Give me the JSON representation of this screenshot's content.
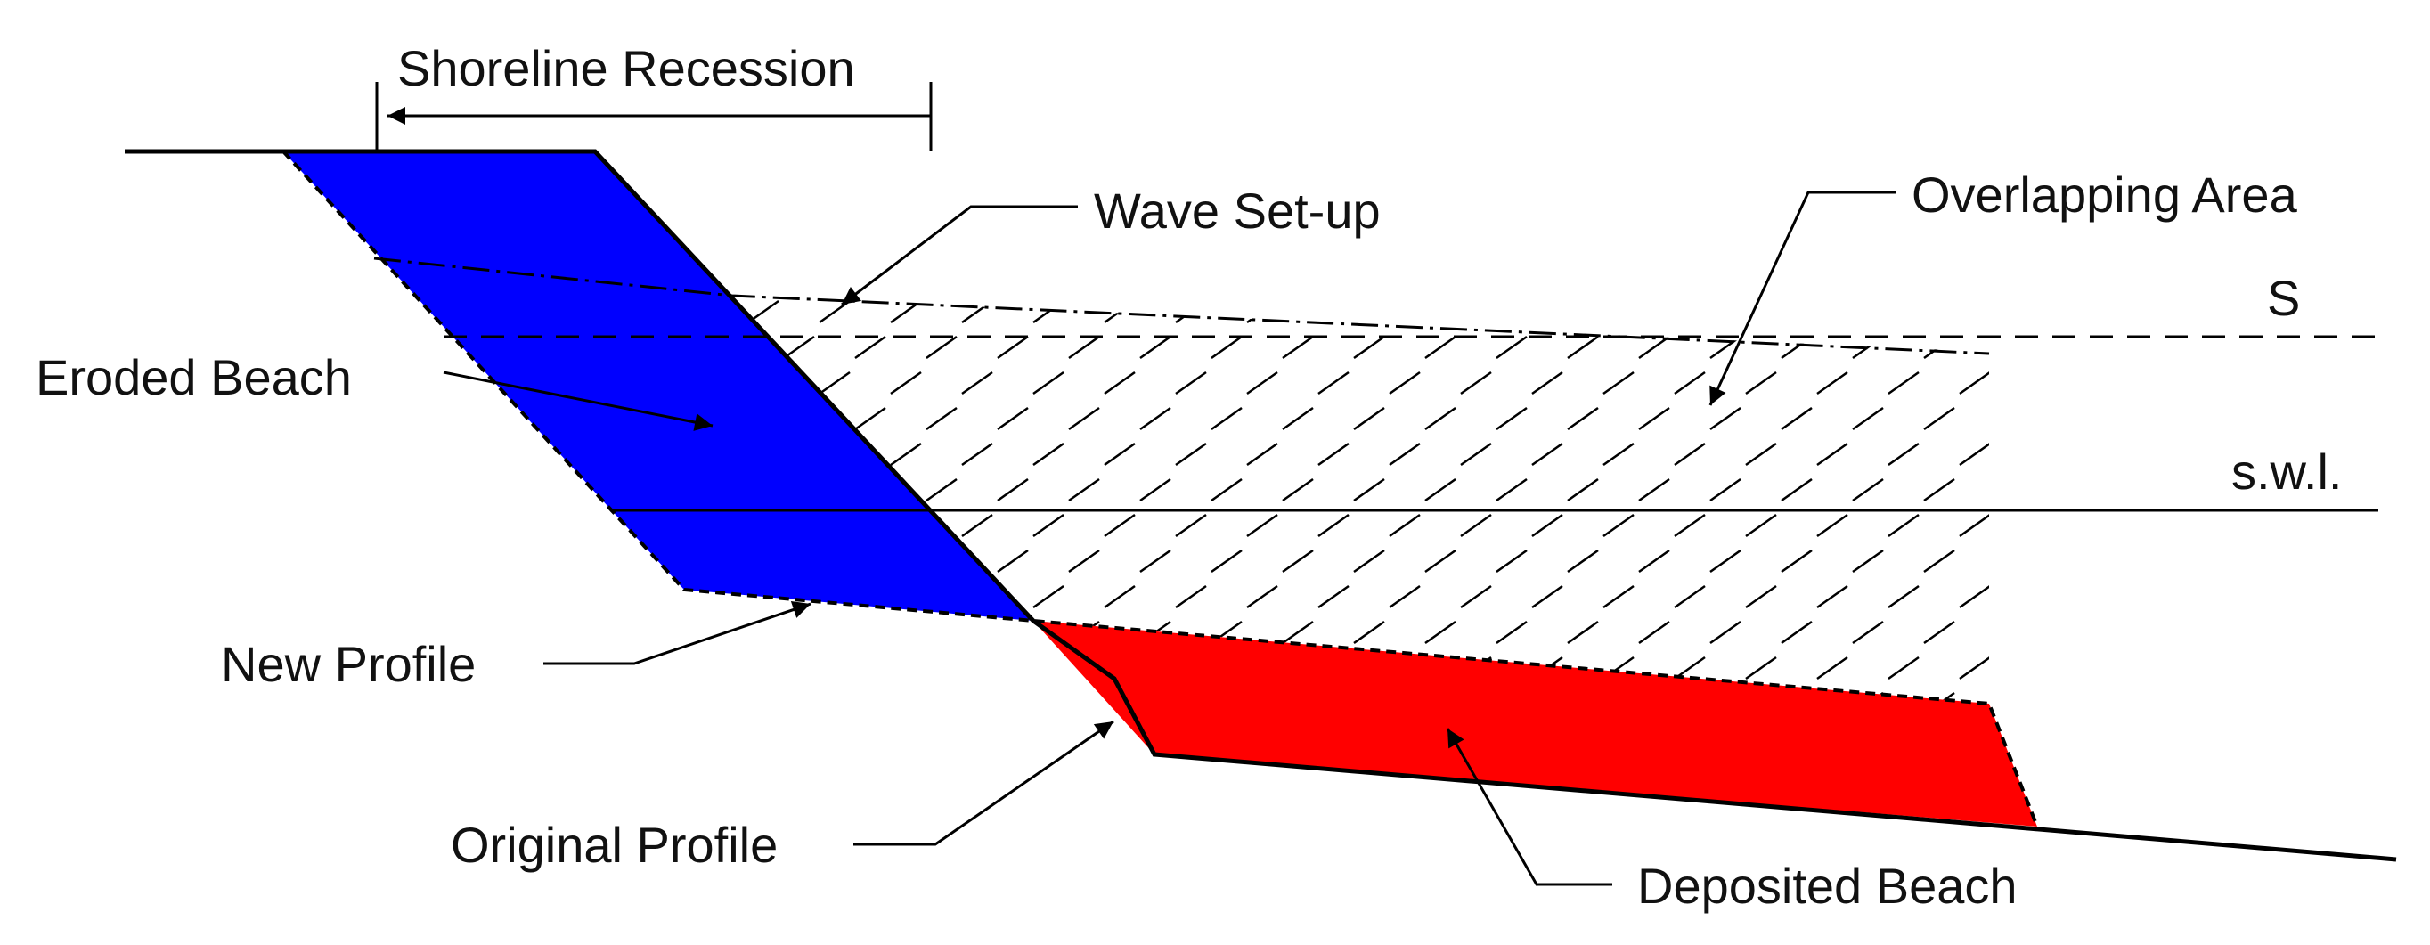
{
  "labels": {
    "shoreline_recession": "Shoreline Recession",
    "wave_setup": "Wave Set-up",
    "overlapping_area": "Overlapping Area",
    "s": "S",
    "eroded_beach": "Eroded Beach",
    "swl": "s.w.l.",
    "new_profile": "New Profile",
    "original_profile": "Original Profile",
    "deposited_beach": "Deposited Beach"
  },
  "colors": {
    "eroded": "#0000ff",
    "deposited": "#ff0000",
    "line": "#000000",
    "text": "#111111"
  }
}
